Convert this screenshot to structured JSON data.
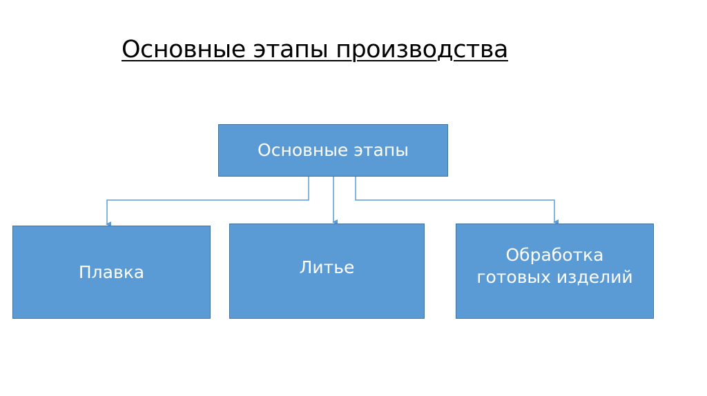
{
  "title": "Основные этапы производства",
  "colors": {
    "box_fill": "#5b9bd5",
    "box_border": "#41719c",
    "connector": "#5b9bd5",
    "box_text": "#ffffff",
    "title_text": "#000000"
  },
  "diagram": {
    "root": {
      "label": "Основные этапы"
    },
    "children": [
      {
        "label": "Плавка"
      },
      {
        "label": "Литье"
      },
      {
        "label": "Обработка готовых изделий"
      }
    ]
  }
}
